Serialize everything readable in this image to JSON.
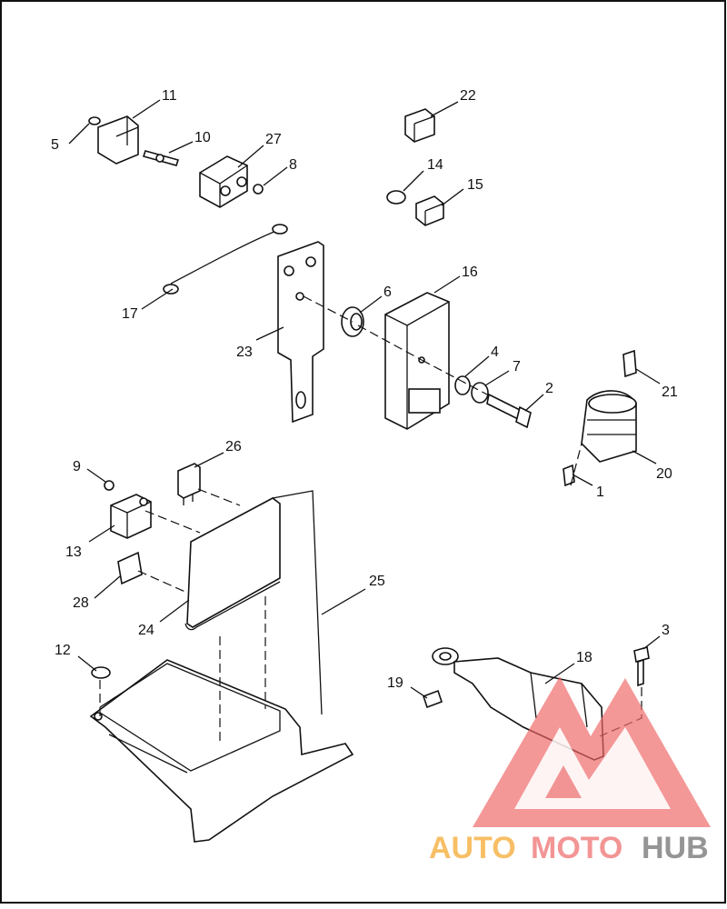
{
  "callouts": [
    "1",
    "2",
    "3",
    "4",
    "5",
    "6",
    "7",
    "8",
    "9",
    "10",
    "11",
    "12",
    "13",
    "14",
    "15",
    "16",
    "17",
    "18",
    "19",
    "20",
    "21",
    "22",
    "23",
    "24",
    "25",
    "26",
    "27",
    "28"
  ],
  "watermark": {
    "part1": "AUTO",
    "part2": "MOTO",
    "part3": "HUB",
    "colors": {
      "auto": "#f7b955",
      "moto": "#f28a8a",
      "hub": "#8a8a8a",
      "triangle": "#ee6666"
    }
  }
}
